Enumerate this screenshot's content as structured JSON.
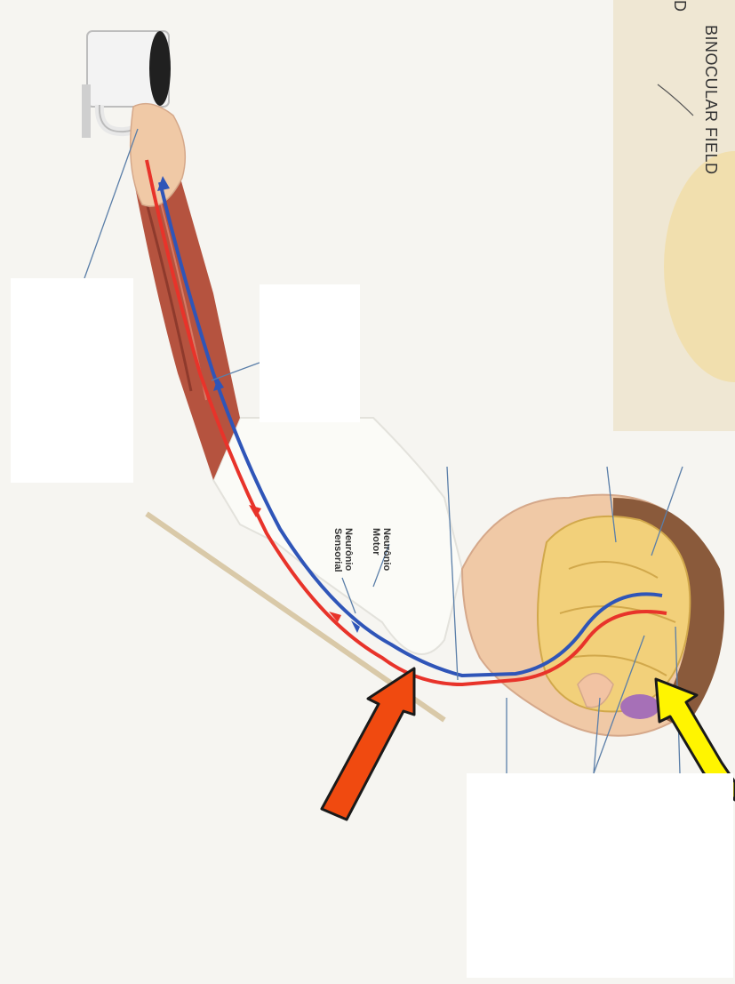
{
  "labels": {
    "binocular_field": "BINOCULAR FIELD",
    "cut_letter": "D",
    "motor_neuron_line1": "Neurônio",
    "motor_neuron_line2": "Motor",
    "sensory_neuron_line1": "Neurônio",
    "sensory_neuron_line2": "Sensorial"
  },
  "colors": {
    "motor_path": "#e8332a",
    "sensory_path": "#2f55b8",
    "red_arrow": "#f04a10",
    "yellow_arrow": "#fff500",
    "skin": "#f0c9a6",
    "muscle": "#b5533f",
    "brain": "#f2d07a",
    "hair": "#8a5a3b",
    "shirt": "#fbfbf7"
  },
  "icons": [
    "coffee-mug-icon",
    "red-arrow-icon",
    "yellow-arrow-icon"
  ]
}
